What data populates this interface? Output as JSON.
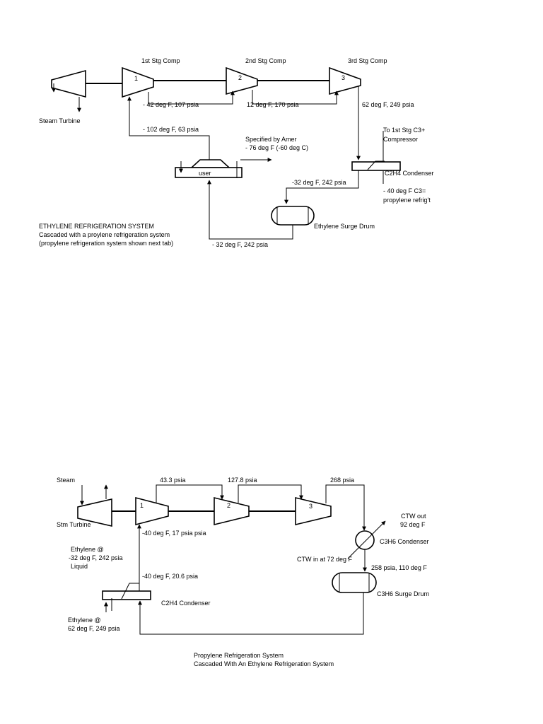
{
  "ethylene": {
    "labels": {
      "stg1": "1st Stg Comp",
      "stg2": "2nd Stg Comp",
      "stg3": "3rd Stg Comp",
      "c1": "1",
      "c2": "2",
      "c3": "3",
      "turbine": "Steam Turbine",
      "s1_out": "- 42 deg F, 107 psia",
      "s2_out": "12 deg F, 170 psia",
      "s3_out": "62 deg F, 249 psia",
      "suction": "- 102 deg F, 63 psia",
      "spec1": "Specified by Amer",
      "spec2": "- 76 deg F (-60 deg C)",
      "user": "user",
      "to_c3_1": "To 1st Stg C3+",
      "to_c3_2": "Compressor",
      "condenser": "C2H4 Condenser",
      "cond_out": "-32 deg F, 242 psia",
      "refrig1": "- 40 deg F C3=",
      "refrig2": "propylene refrig't",
      "drum": "Ethylene Surge Drum",
      "drum_out": "- 32 deg F, 242 psia",
      "title": "ETHYLENE REFRIGERATION SYSTEM",
      "desc1": "Cascaded with a proylene refrigeration system",
      "desc2": "(propylene refrigeration system shown next tab)"
    }
  },
  "propylene": {
    "labels": {
      "steam": "Steam",
      "turbine": "Stm Turbine",
      "c1": "1",
      "c2": "2",
      "c3": "3",
      "p1": "43.3 psia",
      "p2": "127.8 psia",
      "p3": "268 psia",
      "suction": "-40 deg F, 17 psia psia",
      "eth_liq1": "Ethylene @",
      "eth_liq2": "-32 deg F, 242 psia",
      "eth_liq3": "Liquid",
      "cond_out": "-40 deg F, 20.6 psia",
      "c2h4_cond": "C2H4 Condenser",
      "eth_in1": "Ethylene @",
      "eth_in2": "62 deg F, 249 psia",
      "ctw_out1": "CTW out",
      "ctw_out2": "92 deg F",
      "c3h6_cond": "C3H6 Condenser",
      "ctw_in": "CTW in at 72 deg F",
      "drum_in": "258 psia, 110 deg F",
      "drum": "C3H6 Surge Drum",
      "title1": "Propylene Refrigeration System",
      "title2": "Cascaded With An Ethylene Refrigeration System"
    }
  }
}
